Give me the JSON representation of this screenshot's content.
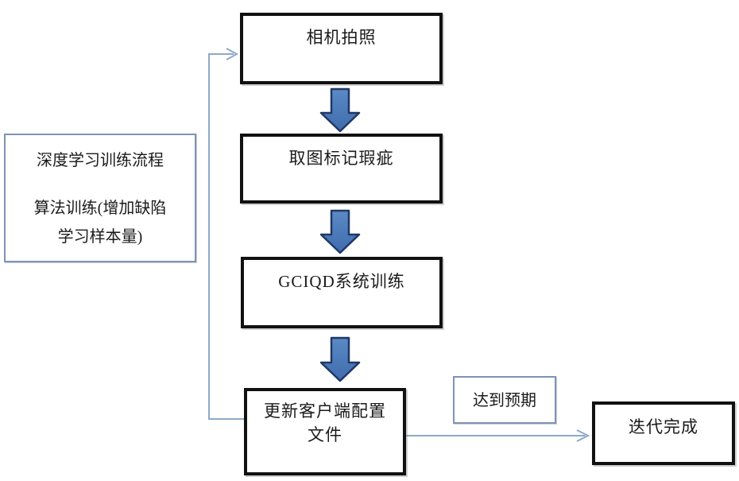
{
  "diagram": {
    "description_box": {
      "line1": "深度学习训练流程",
      "line2": "算法训练(增加缺陷",
      "line3": "学习样本量)"
    },
    "steps": {
      "step1": "相机拍照",
      "step2": "取图标记瑕疵",
      "step3": "GCIQD系统训练",
      "step4_line1": "更新客户端配置",
      "step4_line2": "文件",
      "condition": "达到预期",
      "end": "迭代完成"
    },
    "colors": {
      "block_arrow_fill": "#4a79b8",
      "block_arrow_fill_light": "#5b8ac6",
      "block_arrow_border": "#1f3864",
      "connector": "#8ea9c8",
      "box_border_dark": "#111111",
      "box_border_light": "#7e93b5",
      "background": "#ffffff"
    }
  }
}
